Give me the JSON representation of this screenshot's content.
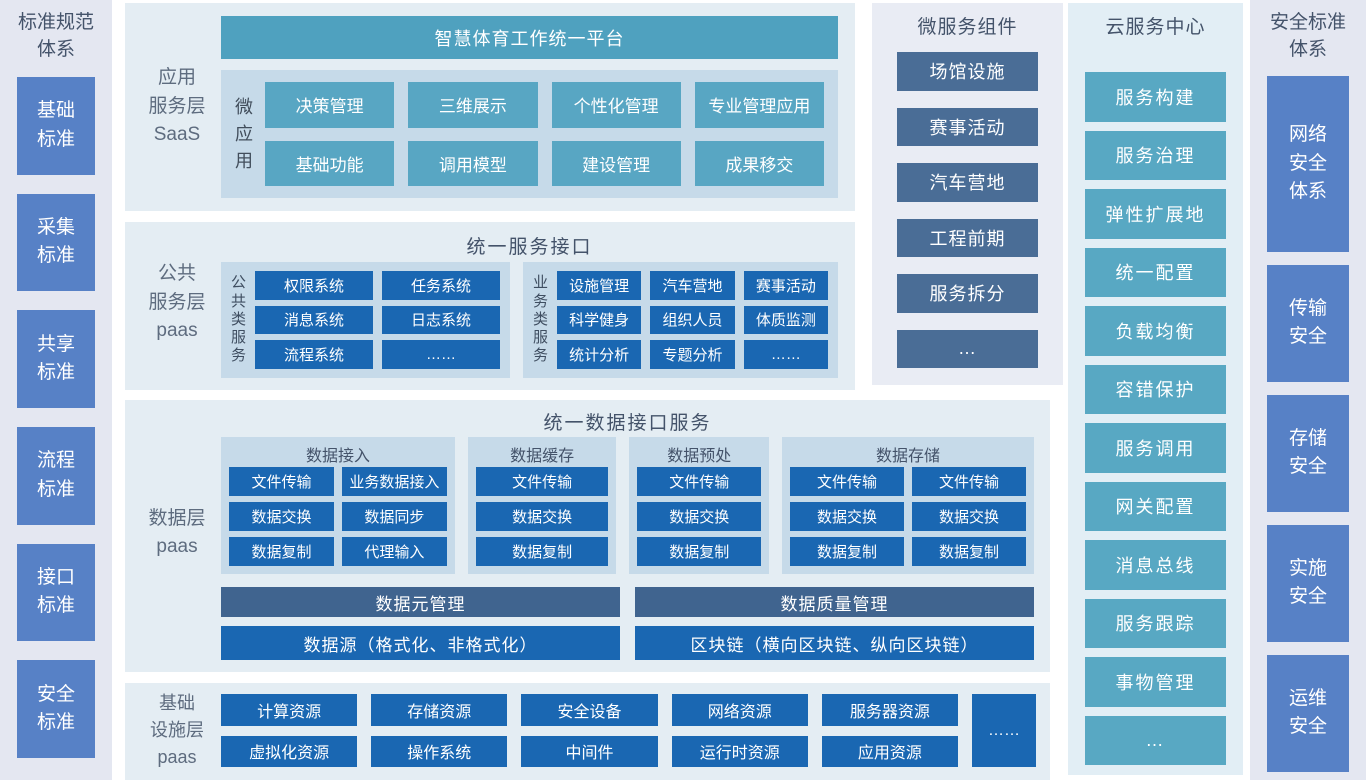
{
  "colors": {
    "page_bg": "#ffffff",
    "sidebar_bg": "#e4e7f1",
    "sidebar_box": "#5781c6",
    "layer_bg": "#e4edf3",
    "inner_panel": "#c6dae9",
    "teal_header": "#4fa1bf",
    "teal_button": "#58a6c3",
    "blue_button": "#1a67b2",
    "slate_bar": "#40648f",
    "micro_bg": "#e9ecf4",
    "micro_box": "#4a6d96",
    "cloud_bg": "#e2eef5",
    "cloud_teal": "#58a8c3",
    "label_text": "#5e6c7f",
    "title_text": "#44536a"
  },
  "left_sidebar": {
    "title": "标准规范\n体系",
    "items": [
      "基础\n标准",
      "采集\n标准",
      "共享\n标准",
      "流程\n标准",
      "接口\n标准",
      "安全\n标准"
    ]
  },
  "app_layer": {
    "label": "应用\n服务层\nSaaS",
    "platform": "智慧体育工作统一平台",
    "vlabel": "微\n应\n用",
    "apps": [
      "决策管理",
      "三维展示",
      "个性化管理",
      "专业管理应用",
      "基础功能",
      "调用模型",
      "建设管理",
      "成果移交"
    ]
  },
  "public_layer": {
    "label": "公共\n服务层\npaas",
    "title": "统一服务接口",
    "group1": {
      "vlabel": "公\n共\n类\n服\n务",
      "items": [
        "权限系统",
        "任务系统",
        "消息系统",
        "日志系统",
        "流程系统",
        "……"
      ]
    },
    "group2": {
      "vlabel": "业\n务\n类\n服\n务",
      "items": [
        "设施管理",
        "汽车营地",
        "赛事活动",
        "科学健身",
        "组织人员",
        "体质监测",
        "统计分析",
        "专题分析",
        "……"
      ]
    }
  },
  "data_layer": {
    "label": "数据层\npaas",
    "title": "统一数据接口服务",
    "groups": [
      {
        "title": "数据接入",
        "items": [
          "文件传输",
          "业务数据接入",
          "数据交换",
          "数据同步",
          "数据复制",
          "代理输入"
        ]
      },
      {
        "title": "数据缓存",
        "items": [
          "文件传输",
          "数据交换",
          "数据复制"
        ]
      },
      {
        "title": "数据预处",
        "items": [
          "文件传输",
          "数据交换",
          "数据复制"
        ]
      },
      {
        "title": "数据存储",
        "items": [
          "文件传输",
          "文件传输",
          "数据交换",
          "数据交换",
          "数据复制",
          "数据复制"
        ]
      }
    ],
    "meta_bars": [
      "数据元管理",
      "数据质量管理"
    ],
    "source_bars": [
      "数据源（格式化、非格式化）",
      "区块链（横向区块链、纵向区块链）"
    ]
  },
  "infra_layer": {
    "label": "基础\n设施层\npaas",
    "items": [
      "计算资源",
      "存储资源",
      "安全设备",
      "网络资源",
      "服务器资源",
      "虚拟化资源",
      "操作系统",
      "中间件",
      "运行时资源",
      "应用资源"
    ],
    "more": "……"
  },
  "microservices": {
    "title": "微服务组件",
    "items": [
      "场馆设施",
      "赛事活动",
      "汽车营地",
      "工程前期",
      "服务拆分",
      "…"
    ]
  },
  "cloud_center": {
    "title": "云服务中心",
    "items": [
      "服务构建",
      "服务治理",
      "弹性扩展地",
      "统一配置",
      "负载均衡",
      "容错保护",
      "服务调用",
      "网关配置",
      "消息总线",
      "服务跟踪",
      "事物管理",
      "…"
    ]
  },
  "right_sidebar": {
    "title": "安全标准\n体系",
    "items": [
      "网络\n安全\n体系",
      "传输\n安全",
      "存储\n安全",
      "实施\n安全",
      "运维\n安全"
    ]
  }
}
